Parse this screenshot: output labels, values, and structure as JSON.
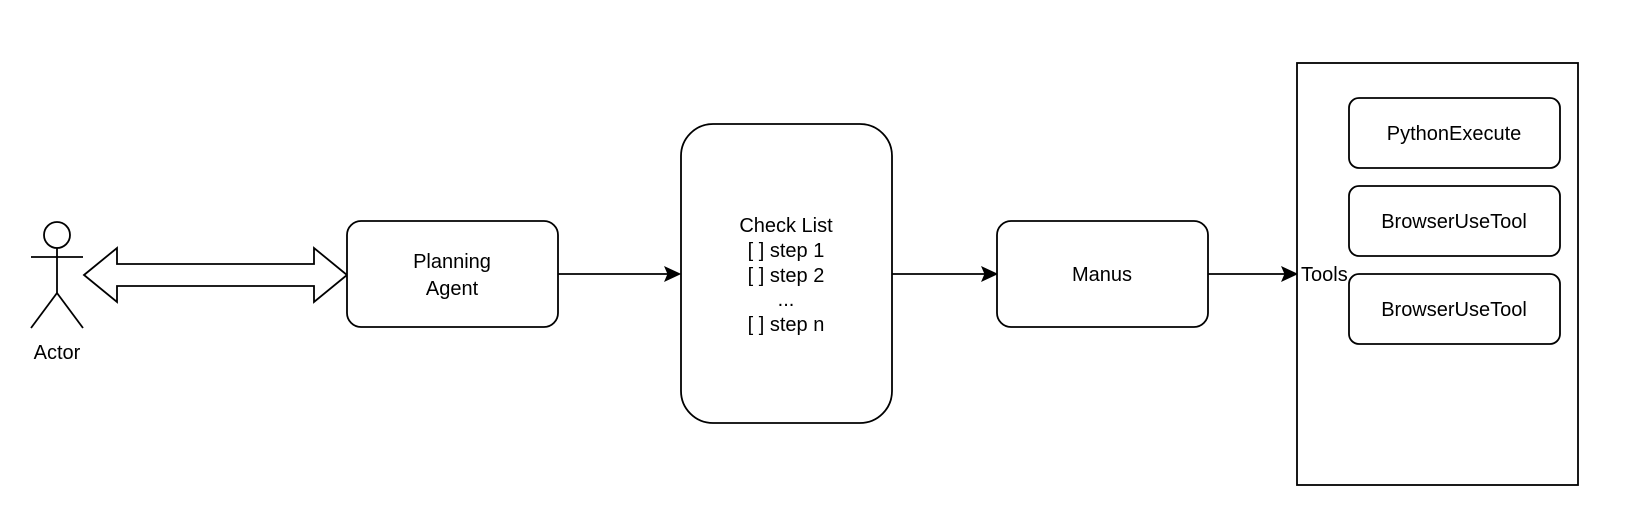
{
  "actor": {
    "label": "Actor"
  },
  "planning_agent": {
    "line1": "Planning",
    "line2": "Agent"
  },
  "check_list": {
    "title": "Check List",
    "items": [
      "[ ] step 1",
      "[ ] step 2",
      "...",
      "[ ] step n"
    ]
  },
  "manus": {
    "label": "Manus"
  },
  "tools": {
    "label": "Tools",
    "items": [
      "PythonExecute",
      "BrowserUseTool",
      "BrowserUseTool"
    ]
  }
}
